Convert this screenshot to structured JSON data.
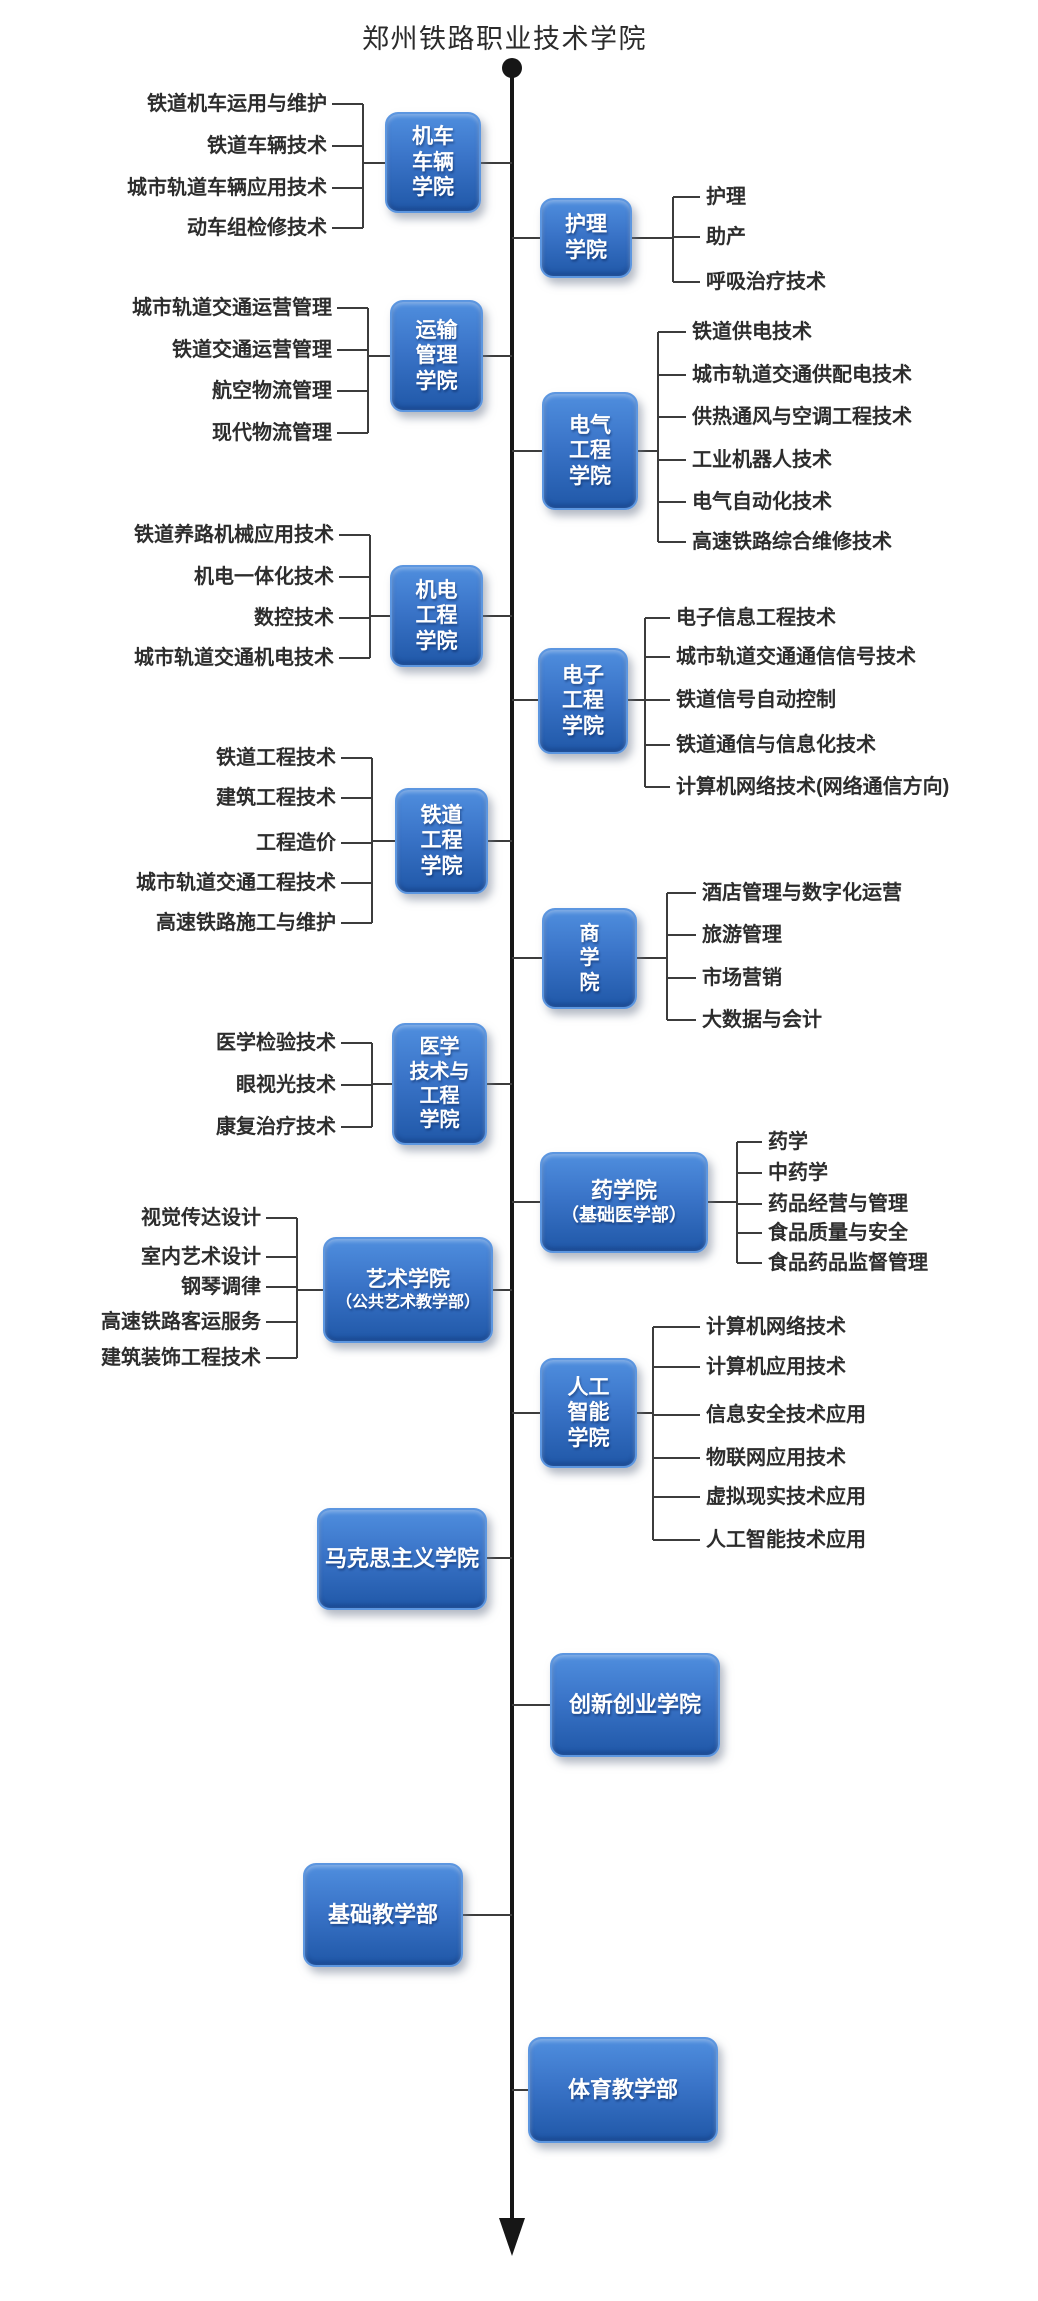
{
  "title": "郑州铁路职业技术学院",
  "colors": {
    "box_top": "#4f8ede",
    "box_bottom": "#2058a8",
    "box_border": "#5c96e0",
    "box_text": "#ffffff",
    "connector_line": "#3c3c3c",
    "trunk_line": "#161616",
    "major_text": "#2d2d2d",
    "title_text": "#2b2b2b"
  },
  "departments": [
    {
      "name": "机车车辆学院",
      "lines": [
        "机车",
        "车辆",
        "学院"
      ],
      "majors": [
        "铁道机车运用与维护",
        "铁道车辆技术",
        "城市轨道车辆应用技术",
        "动车组检修技术"
      ]
    },
    {
      "name": "护理学院",
      "lines": [
        "护理",
        "学院"
      ],
      "majors": [
        "护理",
        "助产",
        "呼吸治疗技术"
      ]
    },
    {
      "name": "运输管理学院",
      "lines": [
        "运输",
        "管理",
        "学院"
      ],
      "majors": [
        "城市轨道交通运营管理",
        "铁道交通运营管理",
        "航空物流管理",
        "现代物流管理"
      ]
    },
    {
      "name": "电气工程学院",
      "lines": [
        "电气",
        "工程",
        "学院"
      ],
      "majors": [
        "铁道供电技术",
        "城市轨道交通供配电技术",
        "供热通风与空调工程技术",
        "工业机器人技术",
        "电气自动化技术",
        "高速铁路综合维修技术"
      ]
    },
    {
      "name": "机电工程学院",
      "lines": [
        "机电",
        "工程",
        "学院"
      ],
      "majors": [
        "铁道养路机械应用技术",
        "机电一体化技术",
        "数控技术",
        "城市轨道交通机电技术"
      ]
    },
    {
      "name": "电子工程学院",
      "lines": [
        "电子",
        "工程",
        "学院"
      ],
      "majors": [
        "电子信息工程技术",
        "城市轨道交通通信信号技术",
        "铁道信号自动控制",
        "铁道通信与信息化技术",
        "计算机网络技术(网络通信方向)"
      ]
    },
    {
      "name": "铁道工程学院",
      "lines": [
        "铁道",
        "工程",
        "学院"
      ],
      "majors": [
        "铁道工程技术",
        "建筑工程技术",
        "工程造价",
        "城市轨道交通工程技术",
        "高速铁路施工与维护"
      ]
    },
    {
      "name": "商学院",
      "lines": [
        "商",
        "学",
        "院"
      ],
      "majors": [
        "酒店管理与数字化运营",
        "旅游管理",
        "市场营销",
        "大数据与会计"
      ]
    },
    {
      "name": "医学技术与工程学院",
      "lines": [
        "医学",
        "技术与",
        "工程",
        "学院"
      ],
      "majors": [
        "医学检验技术",
        "眼视光技术",
        "康复治疗技术"
      ]
    },
    {
      "name": "药学院（基础医学部）",
      "lines": [
        "药学院",
        "（基础医学部）"
      ],
      "majors": [
        "药学",
        "中药学",
        "药品经营与管理",
        "食品质量与安全",
        "食品药品监督管理"
      ]
    },
    {
      "name": "艺术学院（公共艺术教学部）",
      "lines": [
        "艺术学院",
        "（公共艺术教学部）"
      ],
      "majors": [
        "视觉传达设计",
        "室内艺术设计",
        "钢琴调律",
        "高速铁路客运服务",
        "建筑装饰工程技术"
      ]
    },
    {
      "name": "人工智能学院",
      "lines": [
        "人工",
        "智能",
        "学院"
      ],
      "majors": [
        "计算机网络技术",
        "计算机应用技术",
        "信息安全技术应用",
        "物联网应用技术",
        "虚拟现实技术应用",
        "人工智能技术应用"
      ]
    },
    {
      "name": "马克思主义学院",
      "lines": [
        "马克思主义学院"
      ],
      "majors": []
    },
    {
      "name": "创新创业学院",
      "lines": [
        "创新创业学院"
      ],
      "majors": []
    },
    {
      "name": "基础教学部",
      "lines": [
        "基础教学部"
      ],
      "majors": []
    },
    {
      "name": "体育教学部",
      "lines": [
        "体育教学部"
      ],
      "majors": []
    }
  ]
}
